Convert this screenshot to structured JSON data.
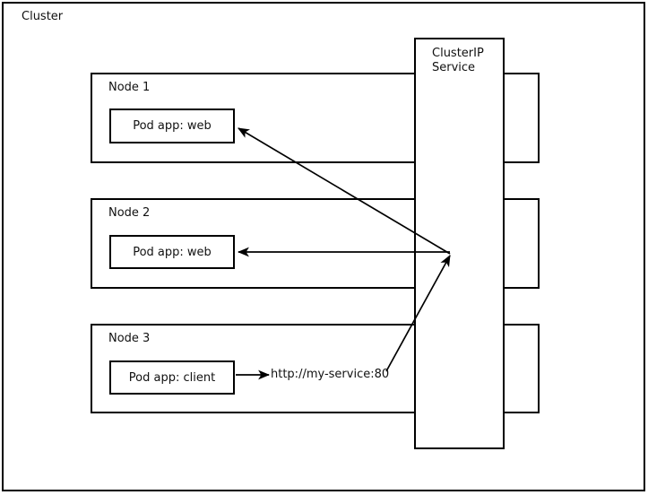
{
  "cluster": {
    "label": "Cluster",
    "nodes": [
      {
        "label": "Node 1",
        "pod": "Pod app: web"
      },
      {
        "label": "Node 2",
        "pod": "Pod app: web"
      },
      {
        "label": "Node 3",
        "pod": "Pod app: client"
      }
    ]
  },
  "service": {
    "name_lines": [
      "ClusterIP",
      "Service"
    ]
  },
  "request": {
    "url": "http://my-service:80"
  },
  "icons": {
    "arrowhead": "filled-stealth-triangle"
  },
  "colors": {
    "stroke": "#000000",
    "background": "#ffffff",
    "text": "#111111"
  }
}
